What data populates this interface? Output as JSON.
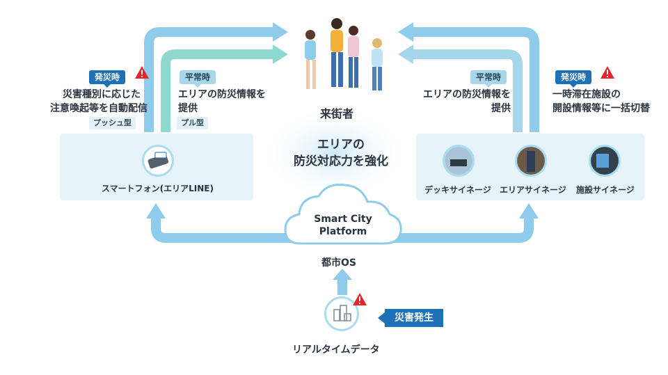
{
  "visitors_label": "来街者",
  "center_message": {
    "line1": "エリアの",
    "line2": "防災対応力を強化"
  },
  "platform": {
    "line1": "Smart City",
    "line2": "Platform",
    "os_label": "都市OS"
  },
  "realtime_label": "リアルタイムデータ",
  "disaster_tag": "災害発生",
  "left": {
    "alert_badge": "発災時",
    "alert_text": [
      "災害種別に応じた",
      "注意喚起等を自動配信"
    ],
    "alert_chip": "プッシュ型",
    "normal_badge": "平常時",
    "normal_text": [
      "エリアの防災情報を",
      "提供"
    ],
    "normal_chip": "プル型",
    "channel_label": "スマートフォン(エリアLINE)"
  },
  "right": {
    "normal_badge": "平常時",
    "normal_text": [
      "エリアの防災情報を",
      "提供"
    ],
    "alert_badge": "発災時",
    "alert_text": [
      "一時滞在施設の",
      "開設情報等に一括切替"
    ],
    "signage": [
      "デッキサイネージ",
      "エリアサイネージ",
      "施設サイネージ"
    ]
  },
  "icons": {
    "warning": "warning-triangle-icon",
    "smartphone": "smartphone-icon",
    "signage": "signage-icon",
    "city_data": "city-building-icon",
    "cloud": "cloud-icon",
    "people": "pedestrians-illustration"
  },
  "colors": {
    "flow_blue": "#8fcbea",
    "flow_teal": "#8fd8cf",
    "badge_blue": "#1e70b7",
    "panel_bg": "#e6f4fa",
    "alert_red": "#e3262e"
  }
}
